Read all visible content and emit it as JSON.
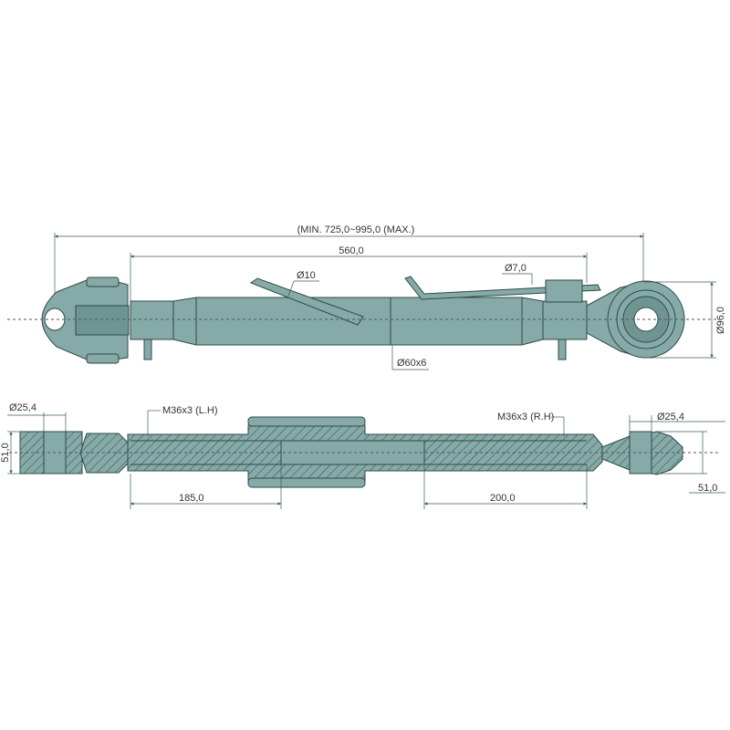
{
  "title": "Top link technical drawing",
  "colors": {
    "body": "#86aaa7",
    "outline": "#2e4a4a",
    "background": "#ffffff"
  },
  "top_view": {
    "overall_length": "(MIN. 725,0~995,0 (MAX.)",
    "tube_length": "560,0",
    "handle_diameter": "Ø10",
    "pin_diameter": "Ø7,0",
    "tube_size": "Ø60x6",
    "ball_diameter": "Ø96,0"
  },
  "section_view": {
    "left_hole": "Ø25,4",
    "left_width": "51,0",
    "left_thread": "M36x3 (L.H)",
    "right_thread": "M36x3 (R.H)",
    "right_hole": "Ø25,4",
    "right_width": "51,0",
    "left_thread_length": "185,0",
    "right_thread_length": "200,0"
  }
}
